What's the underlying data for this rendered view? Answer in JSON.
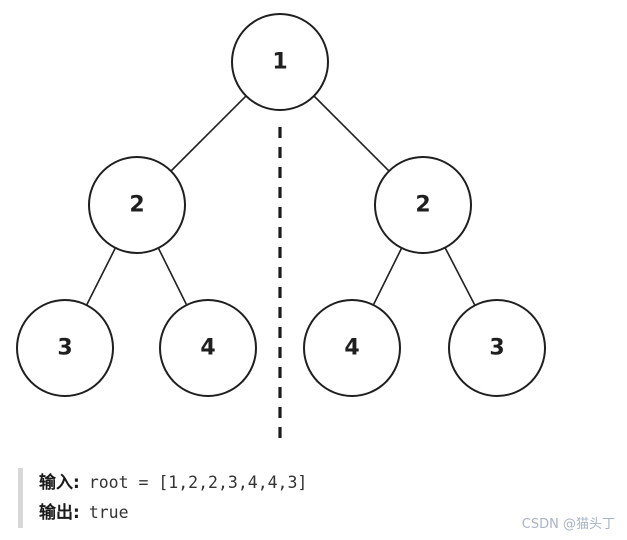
{
  "diagram": {
    "node_values": [
      "1",
      "2",
      "2",
      "3",
      "4",
      "4",
      "3"
    ]
  },
  "example": {
    "input_label": "输入:",
    "input_value": "root = [1,2,2,3,4,4,3]",
    "output_label": "输出:",
    "output_value": "true"
  },
  "watermark": "CSDN @猫头丁",
  "colors": {
    "node_stroke": "#1f1f1f",
    "node_fill": "#ffffff",
    "text": "#1f1f1f",
    "quote_bar": "#d8d8d8",
    "watermark": "#a8b3c5"
  }
}
